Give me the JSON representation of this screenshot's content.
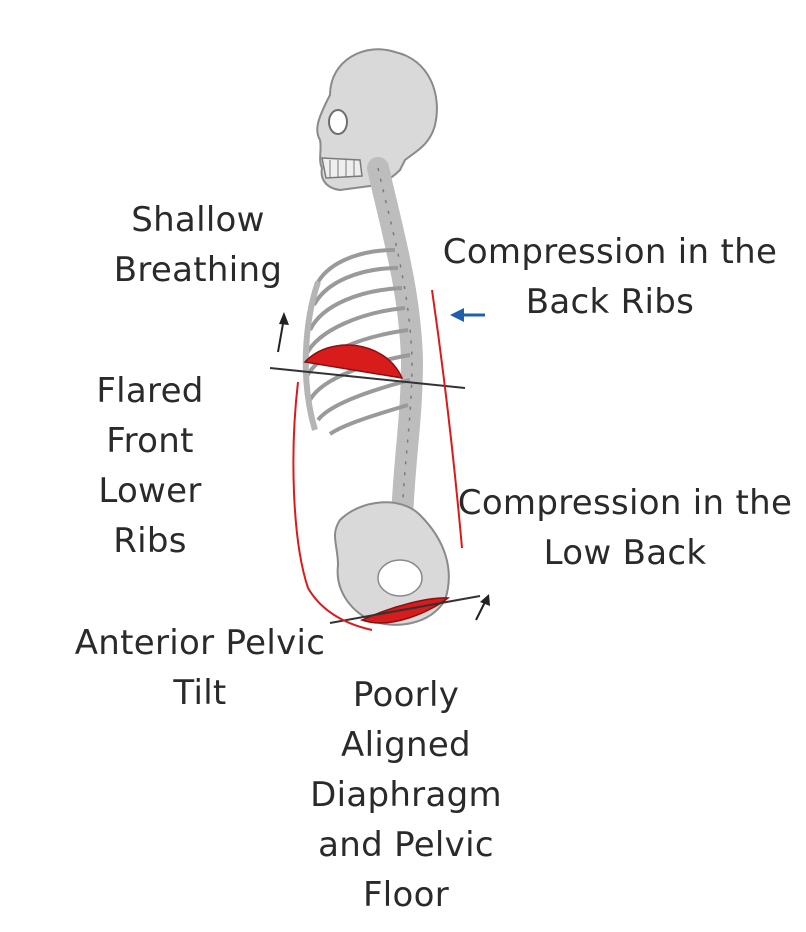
{
  "labels": {
    "shallow_breathing": [
      "Shallow",
      "Breathing"
    ],
    "flared_ribs": [
      "Flared",
      "Front",
      "Lower",
      "Ribs"
    ],
    "anterior_tilt": [
      "Anterior Pelvic",
      "Tilt"
    ],
    "poorly_aligned": [
      "Poorly",
      "Aligned",
      "Diaphragm",
      "and Pelvic",
      "Floor"
    ],
    "back_ribs": [
      "Compression in the",
      "Back Ribs"
    ],
    "low_back": [
      "Compression in the",
      "Low Back"
    ]
  },
  "colors": {
    "bone": "#d9d9d9",
    "bone_outline": "#8a8a8a",
    "highlight": "#d81b1b",
    "arrow_blue": "#1f5fae",
    "text": "#2a2a2a"
  }
}
